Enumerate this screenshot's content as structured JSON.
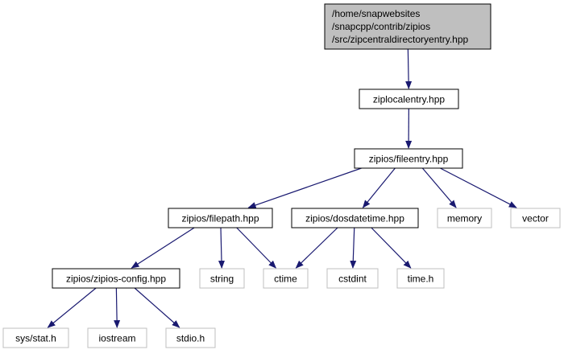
{
  "diagram": {
    "colors": {
      "edge": "#191970",
      "root_fill": "#bfbfbf",
      "box_border": "#000000",
      "external_border": "#bfbfbf",
      "background": "#ffffff"
    },
    "nodes": {
      "root": [
        "/home/snapwebsites",
        "/snapcpp/contrib/zipios",
        "/src/zipcentraldirectoryentry.hpp"
      ],
      "ziplocalentry": "ziplocalentry.hpp",
      "fileentry": "zipios/fileentry.hpp",
      "filepath": "zipios/filepath.hpp",
      "dosdatetime": "zipios/dosdatetime.hpp",
      "memory": "memory",
      "vector": "vector",
      "zipios_config": "zipios/zipios-config.hpp",
      "string": "string",
      "ctime": "ctime",
      "cstdint": "cstdint",
      "time_h": "time.h",
      "sys_stat": "sys/stat.h",
      "iostream": "iostream",
      "stdio": "stdio.h"
    },
    "edges": [
      [
        "root",
        "ziplocalentry"
      ],
      [
        "ziplocalentry",
        "fileentry"
      ],
      [
        "fileentry",
        "filepath"
      ],
      [
        "fileentry",
        "dosdatetime"
      ],
      [
        "fileentry",
        "memory"
      ],
      [
        "fileentry",
        "vector"
      ],
      [
        "filepath",
        "zipios_config"
      ],
      [
        "filepath",
        "string"
      ],
      [
        "filepath",
        "ctime"
      ],
      [
        "dosdatetime",
        "ctime"
      ],
      [
        "dosdatetime",
        "cstdint"
      ],
      [
        "dosdatetime",
        "time_h"
      ],
      [
        "zipios_config",
        "sys_stat"
      ],
      [
        "zipios_config",
        "iostream"
      ],
      [
        "zipios_config",
        "stdio"
      ]
    ]
  }
}
